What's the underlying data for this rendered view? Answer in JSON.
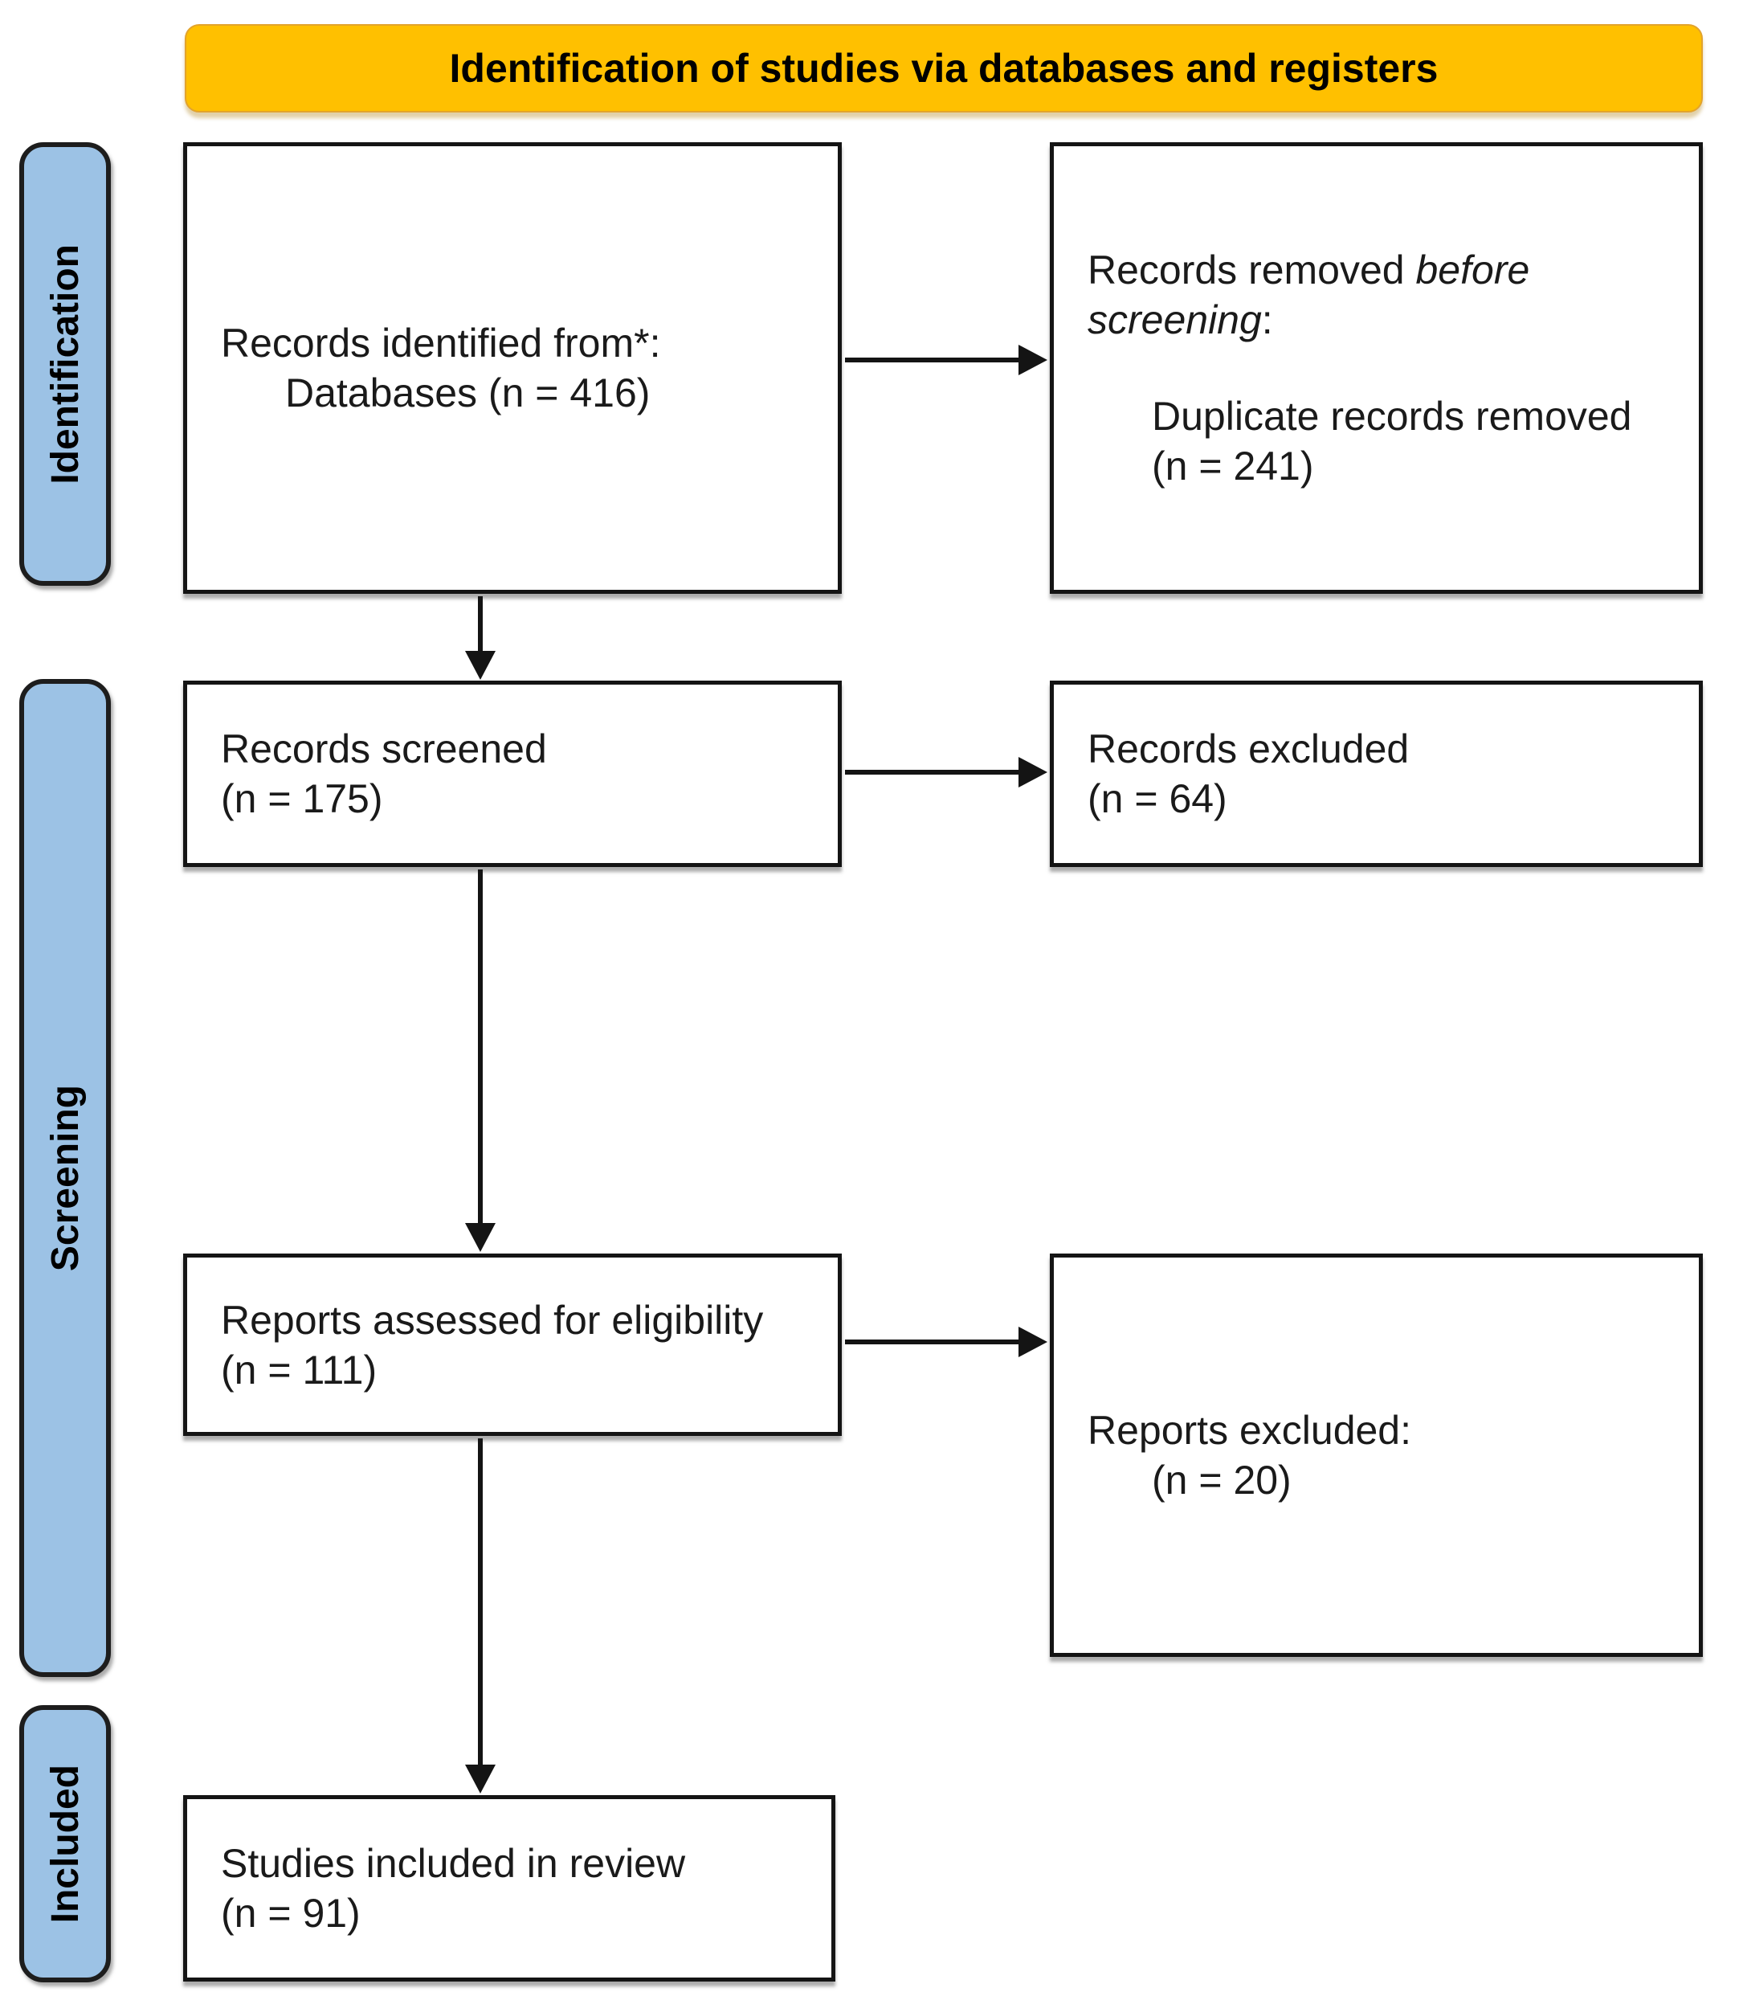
{
  "colors": {
    "banner_bg": "#FFC000",
    "banner_edge": "#E2A32C",
    "stage_bg": "#9CC2E5",
    "ink": "#141414"
  },
  "banner": {
    "title": "Identification of studies via databases and registers"
  },
  "stages": [
    {
      "id": "identification",
      "label": "Identification"
    },
    {
      "id": "screening",
      "label": "Screening"
    },
    {
      "id": "included",
      "label": "Included"
    }
  ],
  "boxes": [
    {
      "id": "records-identified",
      "lines": [
        {
          "indent": 0,
          "segments": [
            {
              "text": "Records identified from*:"
            }
          ]
        },
        {
          "indent": 1,
          "segments": [
            {
              "text": "Databases (n = 416)"
            }
          ]
        }
      ]
    },
    {
      "id": "records-removed",
      "lines": [
        {
          "indent": 0,
          "segments": [
            {
              "text": "Records removed "
            },
            {
              "text": "before screening",
              "italic": true
            },
            {
              "text": ":"
            }
          ]
        },
        {
          "indent": 0,
          "spacer": true,
          "segments": []
        },
        {
          "indent": 1,
          "segments": [
            {
              "text": "Duplicate records removed"
            }
          ]
        },
        {
          "indent": 1,
          "segments": [
            {
              "text": "(n = 241)"
            }
          ]
        }
      ]
    },
    {
      "id": "records-screened",
      "lines": [
        {
          "indent": 0,
          "segments": [
            {
              "text": "Records screened"
            }
          ]
        },
        {
          "indent": 0,
          "segments": [
            {
              "text": "(n = 175)"
            }
          ]
        }
      ]
    },
    {
      "id": "records-excluded",
      "lines": [
        {
          "indent": 0,
          "segments": [
            {
              "text": "Records excluded"
            }
          ]
        },
        {
          "indent": 0,
          "segments": [
            {
              "text": "(n = 64)"
            }
          ]
        }
      ]
    },
    {
      "id": "reports-assessed",
      "lines": [
        {
          "indent": 0,
          "segments": [
            {
              "text": "Reports assessed for eligibility"
            }
          ]
        },
        {
          "indent": 0,
          "segments": [
            {
              "text": "(n = 111)"
            }
          ]
        }
      ]
    },
    {
      "id": "reports-excluded",
      "lines": [
        {
          "indent": 0,
          "segments": [
            {
              "text": "Reports excluded:"
            }
          ]
        },
        {
          "indent": 1,
          "segments": [
            {
              "text": "(n = 20)"
            }
          ]
        }
      ]
    },
    {
      "id": "studies-included",
      "lines": [
        {
          "indent": 0,
          "segments": [
            {
              "text": "Studies included in review"
            }
          ]
        },
        {
          "indent": 0,
          "segments": [
            {
              "text": "(n = 91)"
            }
          ]
        }
      ]
    }
  ]
}
